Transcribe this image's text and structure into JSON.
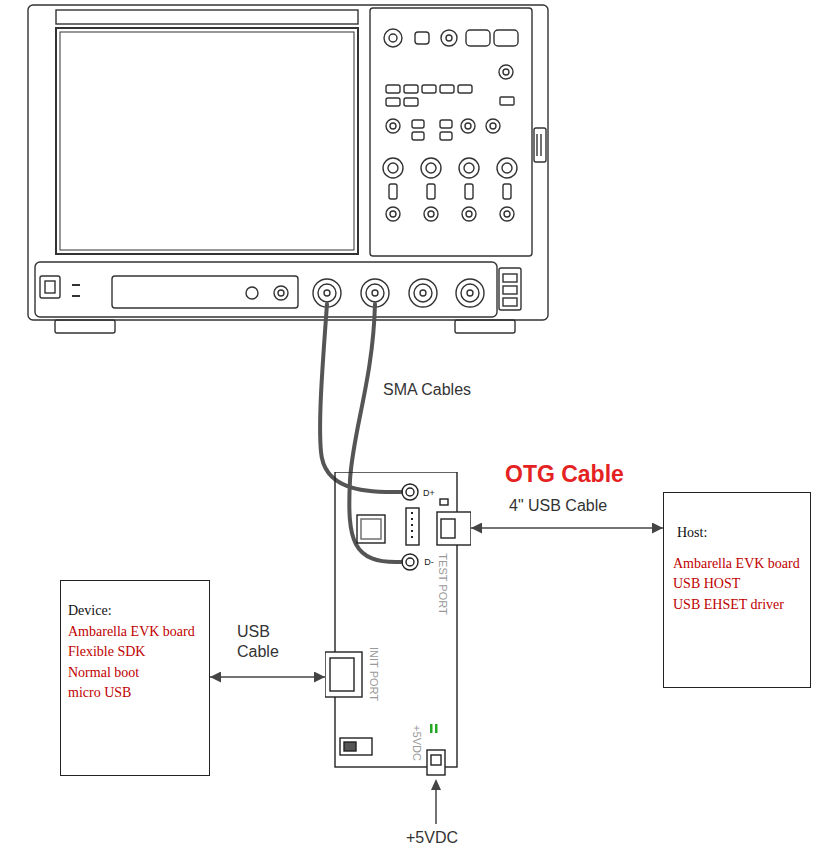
{
  "diagram": {
    "nodes": [
      {
        "text": [
          "D+",
          "D-",
          "TEST PORT",
          "INIT PORT",
          "+5VDC"
        ]
      },
      {
        "text": [
          "Host:",
          "Ambarella EVK board",
          "USB HOST",
          "USB EHSET driver"
        ]
      },
      {
        "text": [
          "Device:",
          "Ambarella EVK board",
          "Flexible SDK",
          "Normal boot",
          "micro USB"
        ]
      }
    ],
    "edges": [
      {
        "from": 2,
        "to": 0,
        "arrow": "both",
        "label": "USB Cable"
      },
      {
        "from": 0,
        "to": 1,
        "arrow": "both",
        "label": "4\" USB Cable"
      }
    ],
    "labels": [
      "SMA Cables",
      "OTG Cable",
      "+5VDC"
    ]
  }
}
